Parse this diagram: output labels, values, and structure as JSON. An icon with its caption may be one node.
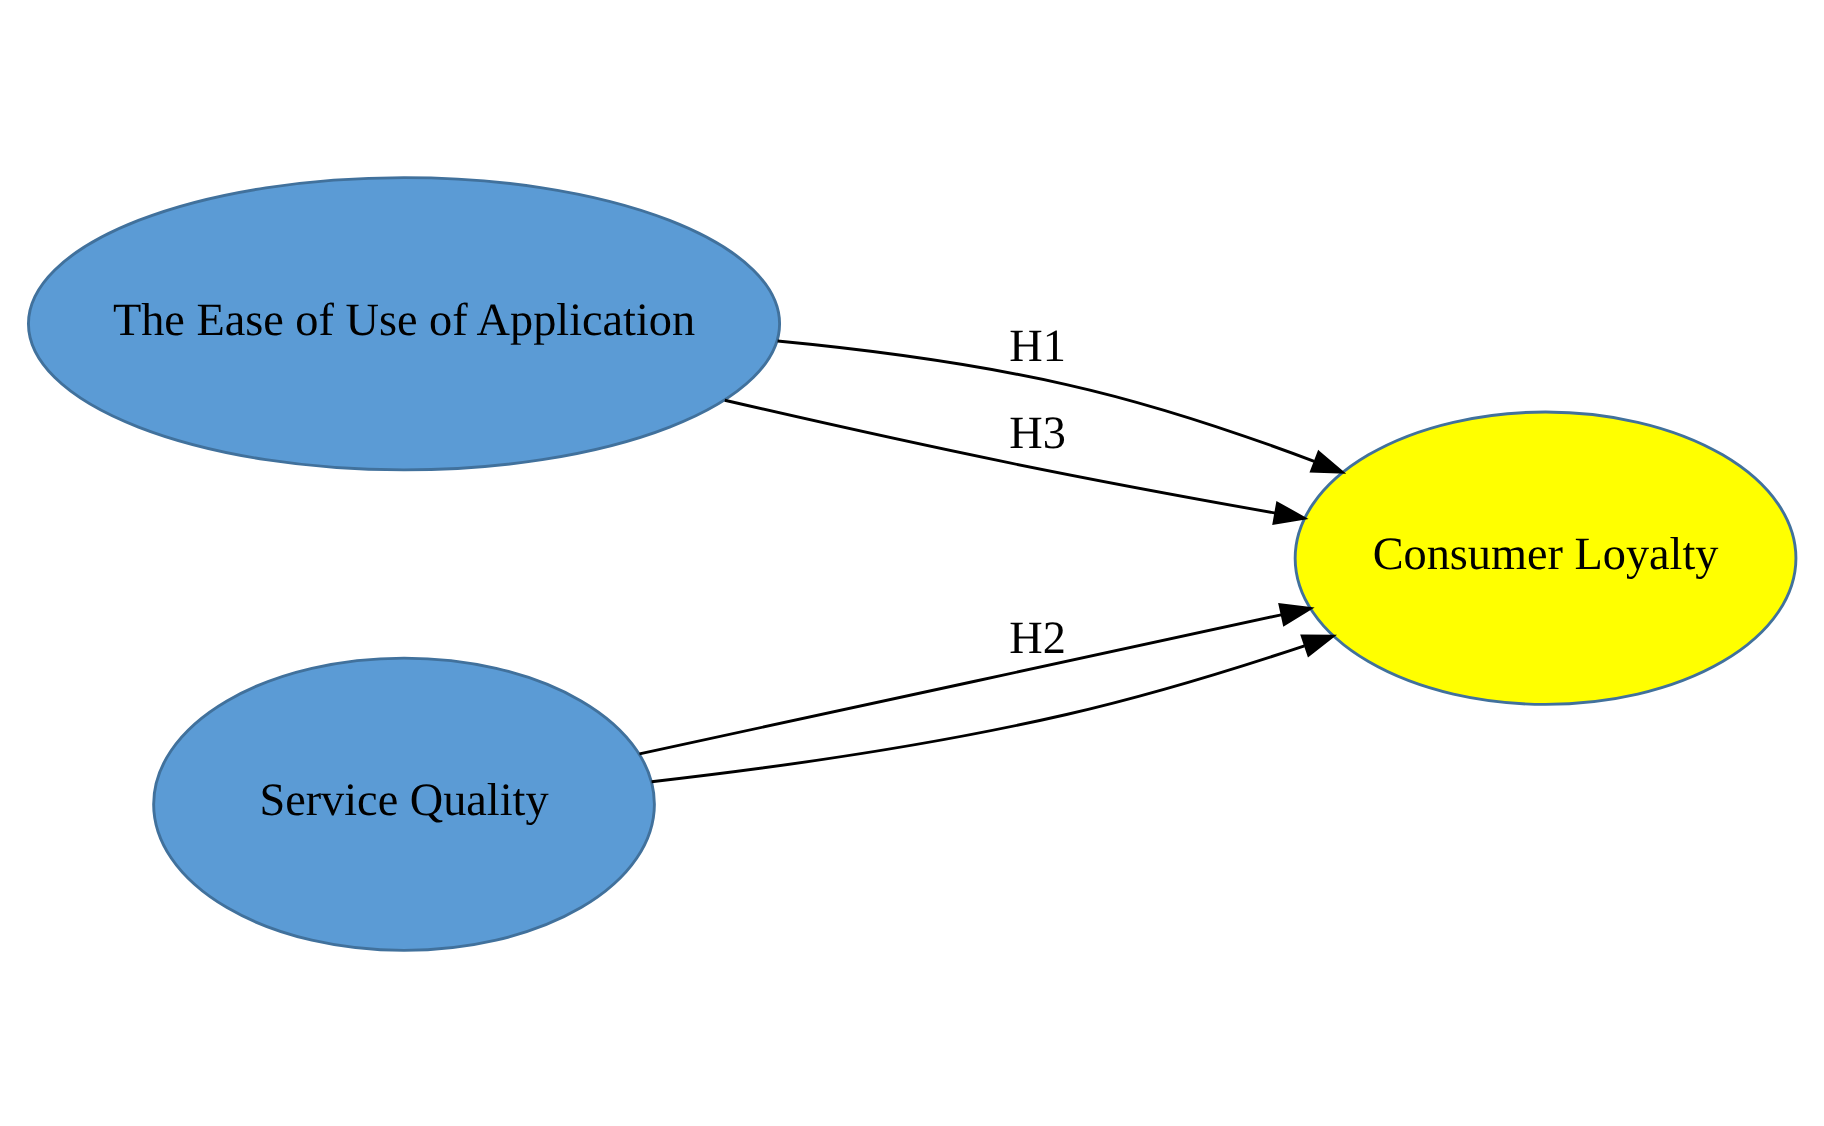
{
  "diagram": {
    "nodes": [
      {
        "text": [
          "The Ease of Use of Application"
        ]
      },
      {
        "text": [
          "Service Quality"
        ]
      },
      {
        "text": [
          "Consumer Loyalty"
        ]
      }
    ],
    "edges": [
      {
        "from": 0,
        "to": 2,
        "arrow": "to",
        "label": "H1"
      },
      {
        "from": 1,
        "to": 2,
        "arrow": "to",
        "label": "H2"
      },
      {
        "from": 0,
        "to": 2,
        "arrow": "to",
        "label": "H3"
      },
      {
        "from": 1,
        "to": 2,
        "arrow": "to"
      }
    ]
  }
}
